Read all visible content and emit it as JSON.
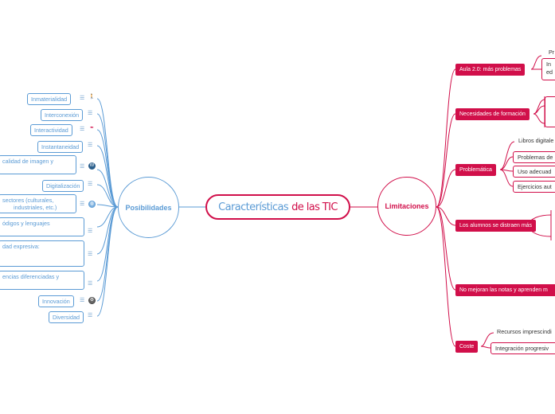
{
  "central": {
    "part1": "Características",
    "part2": "de las TIC"
  },
  "left_hub": "Posibilidades",
  "right_hub": "Limitaciones",
  "left_items": [
    "Inmaterialidad",
    "Interconexión",
    "Interactividad",
    "Instantaneidad",
    "calidad de imagen y",
    "Digitalización",
    "sectores (culturales,",
    "industriales, etc.)",
    "ódigos y lenguajes",
    "dad expresiva:",
    "encias diferenciadas y",
    "Innovación",
    "Diversidad"
  ],
  "right_items": [
    "Aula 2.0: más problemas",
    "Necesidades de formación",
    "Problemática",
    "Los alumnos se distraen más",
    "No mejoran las notas y aprenden m",
    "Coste"
  ],
  "aula_children": [
    "Pr",
    "In",
    "ed"
  ],
  "problematica_children": [
    "Libros digitale",
    "Problemas de",
    "Uso adecuad",
    "Ejercicios aut"
  ],
  "coste_children": [
    "Recursos imprescindi",
    "Integración progresiv"
  ],
  "colors": {
    "left": "#5b9bd5",
    "right": "#d10f4a",
    "central_part1": "#5b9bd5",
    "central_part2": "#d10f4a"
  },
  "icons": [
    "menu-icon",
    "person-walking-icon",
    "feather-icon",
    "wordpress-icon",
    "globe-icon",
    "gear-icon"
  ]
}
